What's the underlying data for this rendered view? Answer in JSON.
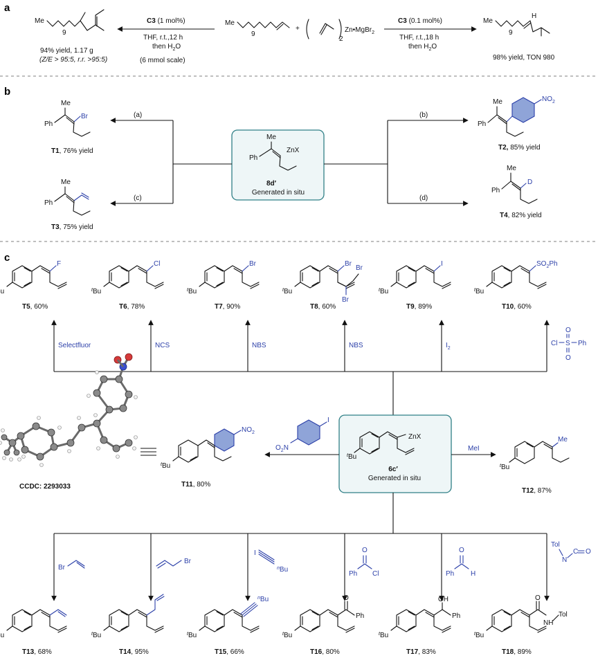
{
  "sections": {
    "a": "a",
    "b": "b",
    "c": "c"
  },
  "section_a": {
    "reactant_allene_label": "Me",
    "reactant_n": "9",
    "plus": "+",
    "zinc_reagent": "Zn•MgBr",
    "zinc_sub": "2",
    "zinc_count": "2",
    "left_catalyst": "C3",
    "left_loading": " (1 mol%)",
    "left_cond1": "THF, r.t.,12 h",
    "left_cond2": "then H",
    "left_cond2b": "O",
    "left_scale": "(6 mmol scale)",
    "left_yield": "94% yield, 1.17 g",
    "left_ratio": "(Z/E > 95:5, r.r. >95:5)",
    "right_catalyst": "C3",
    "right_loading": " (0.1 mol%)",
    "right_cond1": "THF, r.t.,18 h",
    "right_cond2": "then H",
    "right_cond2b": "O",
    "right_yield": "98% yield, TON 980",
    "me": "Me",
    "h": "H",
    "nine": "9"
  },
  "section_b": {
    "center_name": "8d′",
    "center_text": "Generated in situ",
    "center_znx": "ZnX",
    "me": "Me",
    "ph": "Ph",
    "arrow_a": "(a)",
    "arrow_b": "(b)",
    "arrow_c": "(c)",
    "arrow_d": "(d)",
    "t1_label": "T1",
    "t1_yield": ", 76% yield",
    "t1_sub": "Br",
    "t2_label": "T2,",
    "t2_yield": " 85% yield",
    "t2_sub": "NO",
    "t3_label": "T3",
    "t3_yield": ", 75% yield",
    "t4_label": "T4",
    "t4_yield": ", 82% yield",
    "t4_sub": "D"
  },
  "section_c": {
    "center_name": "6c′",
    "center_text": "Generated in situ",
    "center_znx": "ZnX",
    "tbu": "Bu",
    "t_prefix": "t",
    "ccdc": "CCDC: 2293033",
    "top_products": [
      {
        "label": "T5",
        "yield": ", 60%",
        "sub": "F",
        "reagent": "Selectfluor"
      },
      {
        "label": "T6",
        "yield": ", 78%",
        "sub": "Cl",
        "reagent": "NCS"
      },
      {
        "label": "T7",
        "yield": ", 90%",
        "sub": "Br",
        "reagent": "NBS"
      },
      {
        "label": "T8",
        "yield": ", 60%",
        "sub": "Br",
        "reagent": "NBS"
      },
      {
        "label": "T9",
        "yield": ", 89%",
        "sub": "I",
        "reagent": "I"
      },
      {
        "label": "T10",
        "yield": ", 60%",
        "sub": "SO",
        "reagent": "Cl"
      }
    ],
    "t8_br2": "Br",
    "t8_br3": "Br",
    "i2_sub": "2",
    "so2ph_sub": "2",
    "so2ph_ph": "Ph",
    "sulfonyl_s": "S",
    "sulfonyl_o": "O",
    "sulfonyl_ph": "Ph",
    "t11": {
      "label": "T11",
      "yield": ", 80%",
      "sub": "NO",
      "sub2": "2"
    },
    "nitro_reagent_i": "I",
    "nitro_reagent_o2n": "O",
    "nitro_reagent_n": "N",
    "t12": {
      "label": "T12",
      "yield": ", 87%",
      "sub": "Me",
      "reagent": "MeI"
    },
    "bottom_products": [
      {
        "label": "T13",
        "yield": ", 68%"
      },
      {
        "label": "T14",
        "yield": ", 95%"
      },
      {
        "label": "T15",
        "yield": ", 66%"
      },
      {
        "label": "T16",
        "yield": ", 80%"
      },
      {
        "label": "T17",
        "yield": ", 83%"
      },
      {
        "label": "T18",
        "yield": ", 89%"
      }
    ],
    "r13_br": "Br",
    "r14_br": "Br",
    "r15_i": "I",
    "r15_bu": "Bu",
    "r15_n": "n",
    "r16_o": "O",
    "r16_ph": "Ph",
    "r16_cl": "Cl",
    "r17_o": "O",
    "r17_ph": "Ph",
    "r17_h": "H",
    "r18_tol": "Tol",
    "r18_n": "N",
    "r18_c": "C",
    "r18_o": "O",
    "p15_bu": "Bu",
    "p15_n": "n",
    "p16_o": "O",
    "p16_ph": "Ph",
    "p17_oh": "OH",
    "p17_ph": "Ph",
    "p18_o": "O",
    "p18_nh": "N",
    "p18_h": "H",
    "p18_tol": "Tol"
  },
  "colors": {
    "accent_blue": "#2b3fa8",
    "box_teal": "#2f7f86",
    "box_fill": "#eef6f7"
  }
}
